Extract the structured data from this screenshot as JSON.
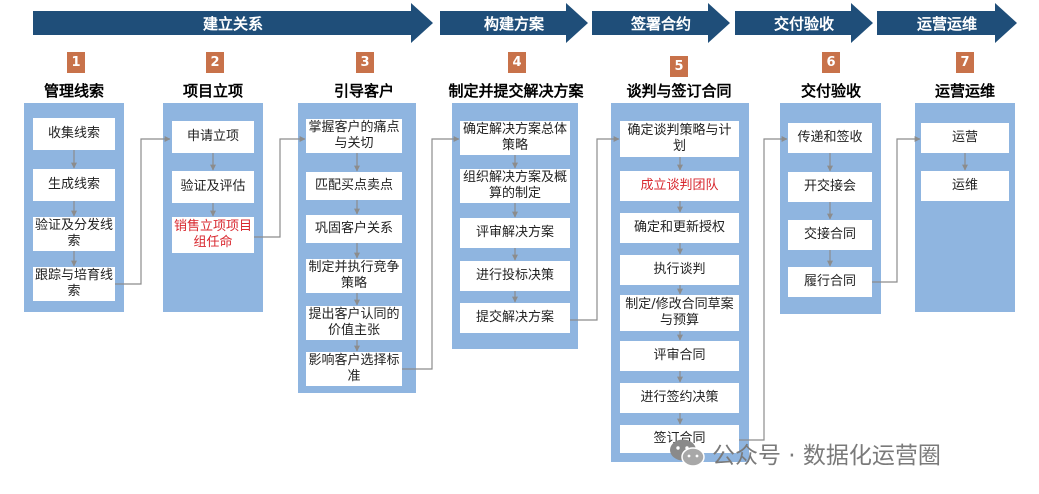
{
  "phases": [
    {
      "label": "建立关系"
    },
    {
      "label": "构建方案"
    },
    {
      "label": "签署合约"
    },
    {
      "label": "交付验收"
    },
    {
      "label": "运营运维"
    }
  ],
  "columns": [
    {
      "num": "1",
      "title": "管理线索",
      "steps": [
        "收集线索",
        "生成线索",
        "验证及分发线索",
        "跟踪与培育线索"
      ]
    },
    {
      "num": "2",
      "title": "项目立项",
      "steps": [
        "申请立项",
        "验证及评估",
        "销售立项项目组任命"
      ]
    },
    {
      "num": "3",
      "title": "引导客户",
      "steps": [
        "掌握客户的痛点与关切",
        "匹配买点卖点",
        "巩固客户关系",
        "制定并执行竞争策略",
        "提出客户认同的价值主张",
        "影响客户选择标准"
      ]
    },
    {
      "num": "4",
      "title": "制定并提交解决方案",
      "steps": [
        "确定解决方案总体策略",
        "组织解决方案及概算的制定",
        "评审解决方案",
        "进行投标决策",
        "提交解决方案"
      ]
    },
    {
      "num": "5",
      "title": "谈判与签订合同",
      "steps": [
        "确定谈判策略与计划",
        "成立谈判团队",
        "确定和更新授权",
        "执行谈判",
        "制定/修改合同草案与预算",
        "评审合同",
        "进行签约决策",
        "签订合同"
      ]
    },
    {
      "num": "6",
      "title": "交付验收",
      "steps": [
        "传递和签收",
        "开交接会",
        "交接合同",
        "履行合同"
      ]
    },
    {
      "num": "7",
      "title": "运营运维",
      "steps": [
        "运营",
        "运维"
      ]
    }
  ],
  "watermark": {
    "text": "公众号 · 数据化运营圈"
  },
  "colors": {
    "arrow": "#1f4e79",
    "column": "#8fb5e0",
    "badge": "#c8724a",
    "highlight": "#d8272e"
  }
}
